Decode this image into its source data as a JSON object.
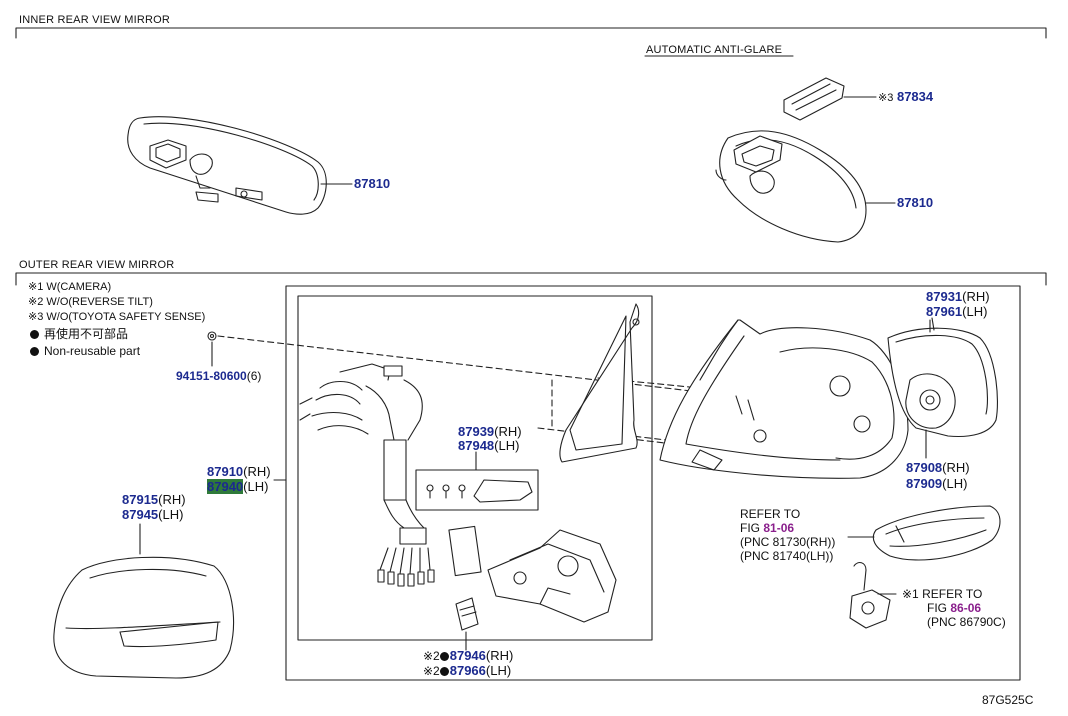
{
  "sections": {
    "inner_title": "INNER REAR VIEW MIRROR",
    "anti_glare_title": "AUTOMATIC ANTI-GLARE",
    "outer_title": "OUTER REAR VIEW MIRROR"
  },
  "notes": {
    "n1": "※1 W(CAMERA)",
    "n2": "※2 W/O(REVERSE TILT)",
    "n3": "※3 W/O(TOYOTA SAFETY SENSE)",
    "nonreuse_jp": "再使用不可部品",
    "nonreuse_en": "Non-reusable part"
  },
  "parts": {
    "p87810a": "87810",
    "p87810b": "87810",
    "p87834_mark": "※3",
    "p87834": "87834",
    "p94151": "94151-80600",
    "p94151_qty": "(6)",
    "p87931": "87931",
    "p87931_sfx": "(RH)",
    "p87961": "87961",
    "p87961_sfx": "(LH)",
    "p87939": "87939",
    "p87939_sfx": "(RH)",
    "p87948": "87948",
    "p87948_sfx": "(LH)",
    "p87910": "87910",
    "p87910_sfx": "(RH)",
    "p87940": "87940",
    "p87940_sfx": "(LH)",
    "p87908": "87908",
    "p87908_sfx": "(RH)",
    "p87909": "87909",
    "p87909_sfx": "(LH)",
    "p87915": "87915",
    "p87915_sfx": "(RH)",
    "p87945": "87945",
    "p87945_sfx": "(LH)",
    "p87946_mark": "※2",
    "p87946": "87946",
    "p87946_sfx": "(RH)",
    "p87966_mark": "※2",
    "p87966": "87966",
    "p87966_sfx": "(LH)"
  },
  "refs": {
    "r1_line1": "REFER TO",
    "r1_fig_prefix": "FIG ",
    "r1_fig": "81-06",
    "r1_pnc1": "(PNC 81730(RH))",
    "r1_pnc2": "(PNC 81740(LH))",
    "r2_mark": "※1",
    "r2_line1": "REFER TO",
    "r2_fig_prefix": "FIG ",
    "r2_fig": "86-06",
    "r2_pnc": "(PNC 86790C)"
  },
  "figure_code": "87G525C"
}
